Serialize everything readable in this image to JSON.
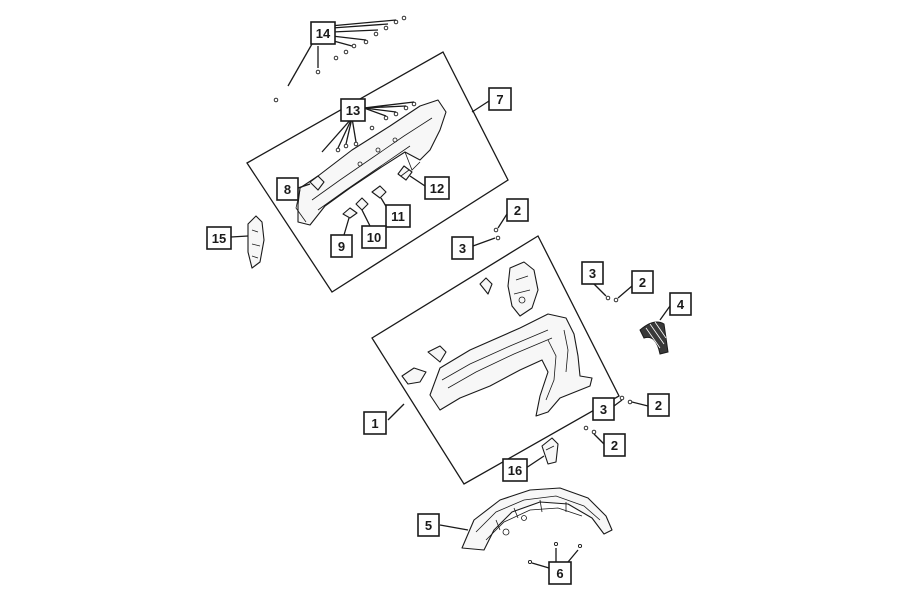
{
  "callouts": [
    {
      "id": "c14",
      "label": "14"
    },
    {
      "id": "c13",
      "label": "13"
    },
    {
      "id": "c7",
      "label": "7"
    },
    {
      "id": "c8",
      "label": "8"
    },
    {
      "id": "c12",
      "label": "12"
    },
    {
      "id": "c11",
      "label": "11"
    },
    {
      "id": "c10",
      "label": "10"
    },
    {
      "id": "c9",
      "label": "9"
    },
    {
      "id": "c15",
      "label": "15"
    },
    {
      "id": "c2a",
      "label": "2"
    },
    {
      "id": "c3a",
      "label": "3"
    },
    {
      "id": "c3b",
      "label": "3"
    },
    {
      "id": "c2b",
      "label": "2"
    },
    {
      "id": "c4",
      "label": "4"
    },
    {
      "id": "c1",
      "label": "1"
    },
    {
      "id": "c3c",
      "label": "3"
    },
    {
      "id": "c2c",
      "label": "2"
    },
    {
      "id": "c2d",
      "label": "2"
    },
    {
      "id": "c16",
      "label": "16"
    },
    {
      "id": "c5",
      "label": "5"
    },
    {
      "id": "c6",
      "label": "6"
    }
  ],
  "colors": {
    "ink": "#1a1a1a",
    "paper": "#ffffff",
    "part_fill": "#f7f7f7"
  }
}
